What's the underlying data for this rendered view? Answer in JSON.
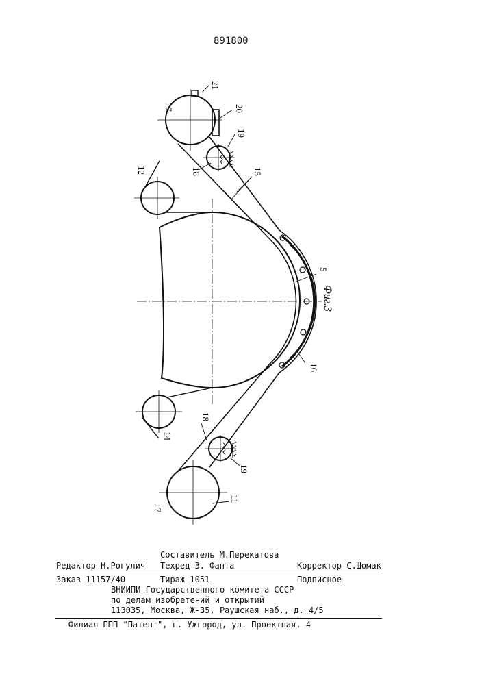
{
  "document": {
    "patent_number": "891800",
    "figure_caption": "Фиг.3"
  },
  "labels": {
    "l17_top": "17",
    "l21": "21",
    "l20": "20",
    "l19_top": "19",
    "l18_top": "18",
    "l12": "12",
    "l15": "15",
    "l5": "5",
    "l16": "16",
    "l14": "14",
    "l18_bot": "18",
    "l19_bot": "19",
    "l17_bot": "17",
    "l11": "11"
  },
  "footer": {
    "composer": "Составитель М.Перекатова",
    "editor": "Редактор Н.Рогулич",
    "techred": "Техред З. Фанта",
    "corrector": "Корректор С.Щомак",
    "order": "Заказ 11157/40",
    "circulation": "Тираж 1051",
    "subscription": "Подписное",
    "org_line1": "ВНИИПИ Государственного комитета СССР",
    "org_line2": "по делам изобретений и открытий",
    "org_line3": "113035, Москва, Ж-35, Раушская наб., д. 4/5",
    "branch": "Филиал ППП \"Патент\", г. Ужгород, ул. Проектная, 4"
  }
}
